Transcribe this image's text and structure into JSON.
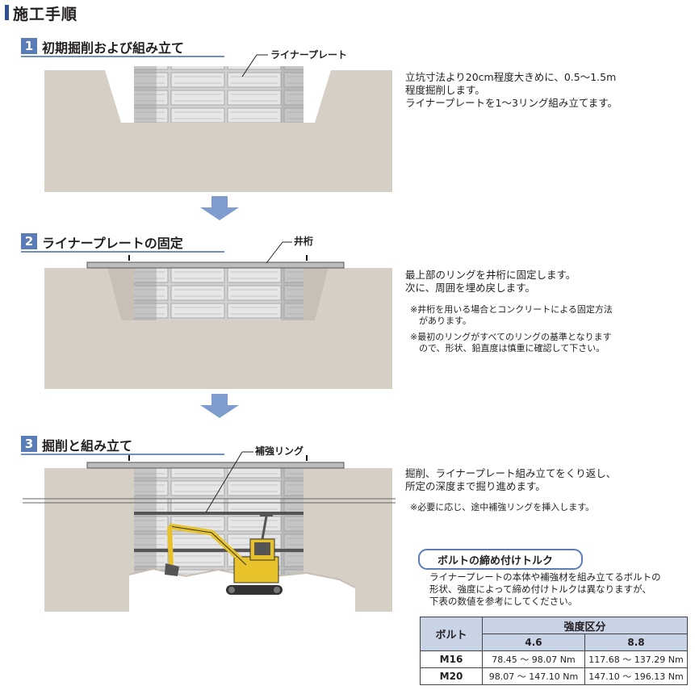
{
  "page_title": "施工手順",
  "steps": [
    {
      "num": "1",
      "label": "初期掘削および組み立て",
      "callout": "ライナープレート",
      "desc": [
        "立坑寸法より20cm程度大きめに、0.5〜1.5m",
        "程度掘削します。",
        "ライナープレートを1〜3リング組み立てます。"
      ],
      "notes": []
    },
    {
      "num": "2",
      "label": "ライナープレートの固定",
      "callout": "井桁",
      "desc": [
        "最上部のリングを井桁に固定します。",
        "次に、周囲を埋め戻します。"
      ],
      "notes": [
        "※井桁を用いる場合とコンクリートによる固定方法",
        "　があります。",
        "※最初のリングがすべてのリングの基準となります",
        "　ので、形状、鉛直度は慎重に確認して下さい。"
      ]
    },
    {
      "num": "3",
      "label": "掘削と組み立て",
      "callout": "補強リング",
      "desc": [
        "掘削、ライナープレート組み立てをくり返し、",
        "所定の深度まで掘り進めます。"
      ],
      "notes": [
        "※必要に応じ、途中補強リングを挿入します。"
      ]
    }
  ],
  "torque": {
    "title": "ボルトの締め付けトルク",
    "desc": [
      "ライナープレートの本体や補強材を組み立てるボルトの",
      "形状、強度によって締め付けトルクは異なりますが、",
      "下表の数値を参考にしてください。"
    ],
    "header_bolt": "ボルト",
    "header_strength": "強度区分",
    "classes": [
      "4.6",
      "8.8"
    ],
    "rows": [
      {
        "bolt": "M16",
        "v46": "78.45 〜 98.07 Nm",
        "v88": "117.68 〜 137.29 Nm"
      },
      {
        "bolt": "M20",
        "v46": "98.07 〜 147.10 Nm",
        "v88": "147.10 〜 196.13 Nm"
      }
    ]
  },
  "colors": {
    "soil": "#d6cfc6",
    "plate": "#dcdcdc",
    "arrow": "#7f9ccf",
    "accent": "#5a7db8",
    "machine": "#e8c22a"
  }
}
